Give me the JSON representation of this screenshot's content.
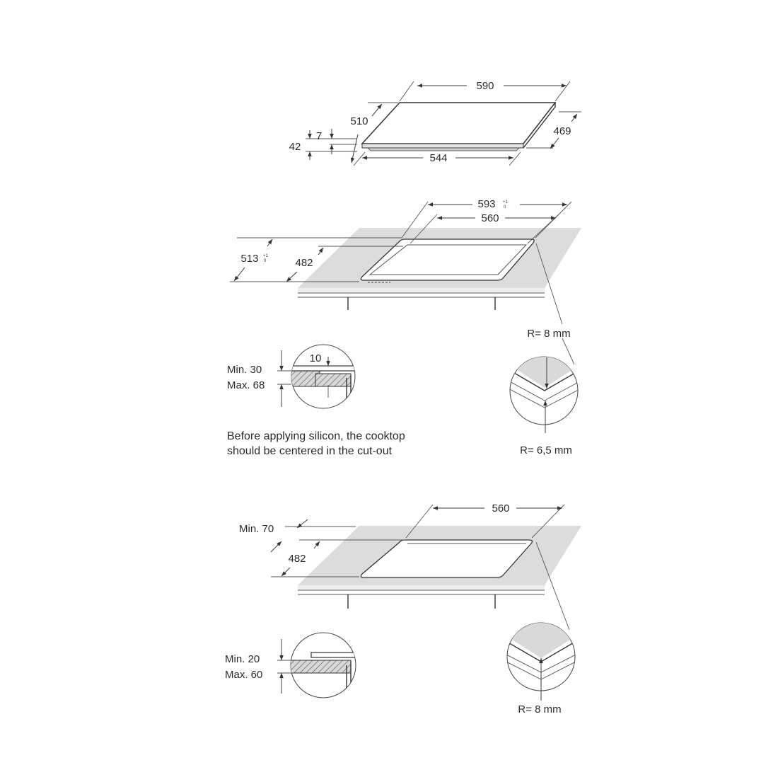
{
  "hob_dimensions": {
    "width": "590",
    "depth": "510",
    "rear_depth": "469",
    "base_width": "544",
    "height_total": "42",
    "glass_thickness": "7"
  },
  "cutout_flush": {
    "width": "593",
    "width_tolerance_top": "+1",
    "width_tolerance_bottom": "0",
    "inner_width": "560",
    "depth": "513",
    "depth_tolerance_top": "+1",
    "depth_tolerance_bottom": "0",
    "inner_depth": "482",
    "corner_outer": "R= 8 mm",
    "corner_inner": "R= 6,5 mm"
  },
  "worktop_flush": {
    "offset": "10",
    "min": "Min. 30",
    "max": "Max. 68"
  },
  "note": {
    "line1": "Before applying silicon, the cooktop",
    "line2": "should be centered in the cut-out"
  },
  "cutout_standard": {
    "width": "560",
    "min_front": "Min. 70",
    "depth": "482",
    "corner": "R= 8 mm"
  },
  "worktop_standard": {
    "min": "Min. 20",
    "max": "Max. 60"
  }
}
